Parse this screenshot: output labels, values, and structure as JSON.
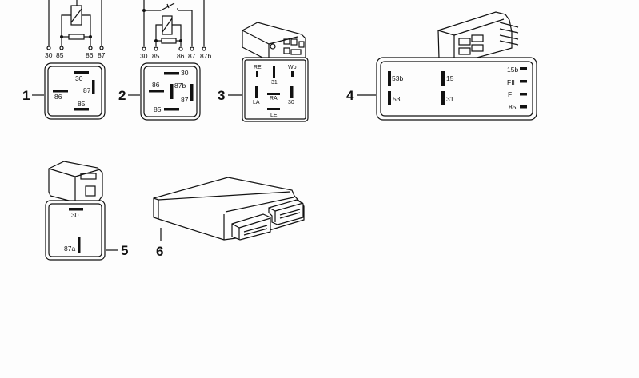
{
  "diagram": {
    "background": "#fdfdfd",
    "ink": "#111111",
    "parts": [
      {
        "callout": "1",
        "type": "relay-4-pin",
        "schematic_terminals": [
          "30",
          "85",
          "86",
          "87"
        ],
        "socket_pins": [
          "30",
          "87",
          "86",
          "85"
        ]
      },
      {
        "callout": "2",
        "type": "relay-5-pin-changeover",
        "schematic_terminals": [
          "30",
          "85",
          "86",
          "87",
          "87b"
        ],
        "socket_pins": [
          "30",
          "86",
          "87b",
          "87",
          "85"
        ]
      },
      {
        "callout": "3",
        "type": "flasher-relay",
        "socket_pins": [
          "RE",
          "Wb",
          "31",
          "LA",
          "RA",
          "30",
          "LE"
        ]
      },
      {
        "callout": "4",
        "type": "wiper-relay",
        "socket_pins": [
          "53b",
          "53",
          "15",
          "31",
          "15b",
          "FII",
          "FI",
          "85"
        ]
      },
      {
        "callout": "5",
        "type": "relay-2-pin",
        "socket_pins": [
          "30",
          "87a"
        ]
      },
      {
        "callout": "6",
        "type": "control-unit"
      }
    ]
  }
}
